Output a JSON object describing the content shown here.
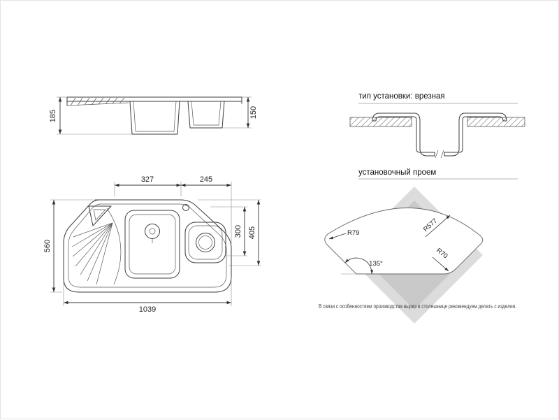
{
  "elevation": {
    "dim_depth_main": "185",
    "dim_depth_small": "150"
  },
  "plan": {
    "dim_bowl_main_width": "327",
    "dim_bowl_small_width": "245",
    "dim_overall_depth": "560",
    "dim_overall_width": "1039",
    "dim_bowl_small_depth": "300",
    "dim_right_depth": "405"
  },
  "installation": {
    "title": "тип установки: врезная"
  },
  "opening": {
    "title": "установочный проем",
    "radius_left_corner": "R79",
    "radius_front_edge": "R577",
    "radius_right_corner": "R70",
    "corner_angle": "135°",
    "note": "В связи с особенностями производства вырез в столешнице рекомендуем делать с изделия."
  },
  "colors": {
    "line": "#3c3c3c",
    "dim_line": "#333333",
    "diamond_light": "#dcdcdc",
    "diamond_dark": "#c9c9c9",
    "text": "#222222"
  }
}
